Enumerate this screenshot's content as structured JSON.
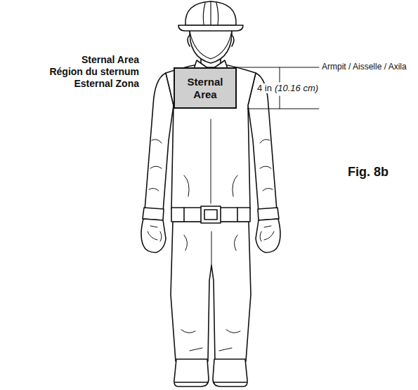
{
  "diagram": {
    "nodes": [
      {
        "text": [
          "Sternal Area"
        ]
      }
    ],
    "edges": [],
    "labels": [
      "Sternal Area",
      "Région du sternum",
      "Esternal Zona",
      "Armpit / Aisselle / Axila",
      "4 in",
      "(10.16 cm)",
      "Fig. 8b"
    ]
  }
}
